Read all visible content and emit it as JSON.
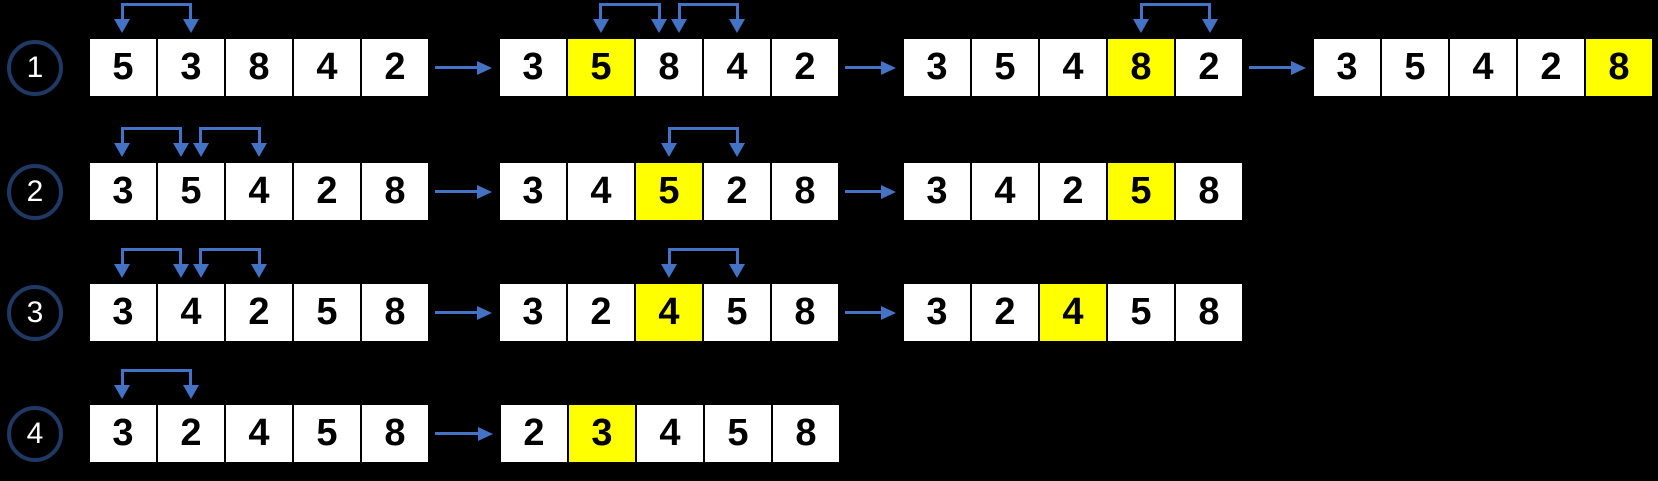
{
  "diagram": "bubble-sort-passes",
  "colors": {
    "background": "#000000",
    "accent_blue": "#4472C4",
    "highlight_yellow": "#FFFF00",
    "circle_navy": "#1F3864",
    "cell_fill": "#FFFFFF",
    "cell_border": "#000000",
    "digit": "#000000",
    "step_text": "#FFFFFF"
  },
  "rows": [
    {
      "step": "1",
      "arrays": [
        {
          "values": [
            "5",
            "3",
            "8",
            "4",
            "2"
          ],
          "highlight": null,
          "brackets": [
            [
              0,
              1
            ]
          ]
        },
        {
          "values": [
            "3",
            "5",
            "8",
            "4",
            "2"
          ],
          "highlight": 1,
          "brackets": [
            [
              1,
              2
            ],
            [
              2,
              3
            ]
          ]
        },
        {
          "values": [
            "3",
            "5",
            "4",
            "8",
            "2"
          ],
          "highlight": 3,
          "brackets": [
            [
              3,
              4
            ]
          ]
        },
        {
          "values": [
            "3",
            "5",
            "4",
            "2",
            "8"
          ],
          "highlight": 4,
          "brackets": []
        }
      ]
    },
    {
      "step": "2",
      "arrays": [
        {
          "values": [
            "3",
            "5",
            "4",
            "2",
            "8"
          ],
          "highlight": null,
          "brackets": [
            [
              0,
              1
            ],
            [
              1,
              2
            ]
          ]
        },
        {
          "values": [
            "3",
            "4",
            "5",
            "2",
            "8"
          ],
          "highlight": 2,
          "brackets": [
            [
              2,
              3
            ]
          ]
        },
        {
          "values": [
            "3",
            "4",
            "2",
            "5",
            "8"
          ],
          "highlight": 3,
          "brackets": []
        }
      ]
    },
    {
      "step": "3",
      "arrays": [
        {
          "values": [
            "3",
            "4",
            "2",
            "5",
            "8"
          ],
          "highlight": null,
          "brackets": [
            [
              0,
              1
            ],
            [
              1,
              2
            ]
          ]
        },
        {
          "values": [
            "3",
            "2",
            "4",
            "5",
            "8"
          ],
          "highlight": 2,
          "brackets": [
            [
              2,
              3
            ]
          ]
        },
        {
          "values": [
            "3",
            "2",
            "4",
            "5",
            "8"
          ],
          "highlight": 2,
          "brackets": []
        }
      ]
    },
    {
      "step": "4",
      "arrays": [
        {
          "values": [
            "3",
            "2",
            "4",
            "5",
            "8"
          ],
          "highlight": null,
          "brackets": [
            [
              0,
              1
            ]
          ]
        },
        {
          "values": [
            "2",
            "3",
            "4",
            "5",
            "8"
          ],
          "highlight": 1,
          "brackets": []
        }
      ]
    }
  ]
}
